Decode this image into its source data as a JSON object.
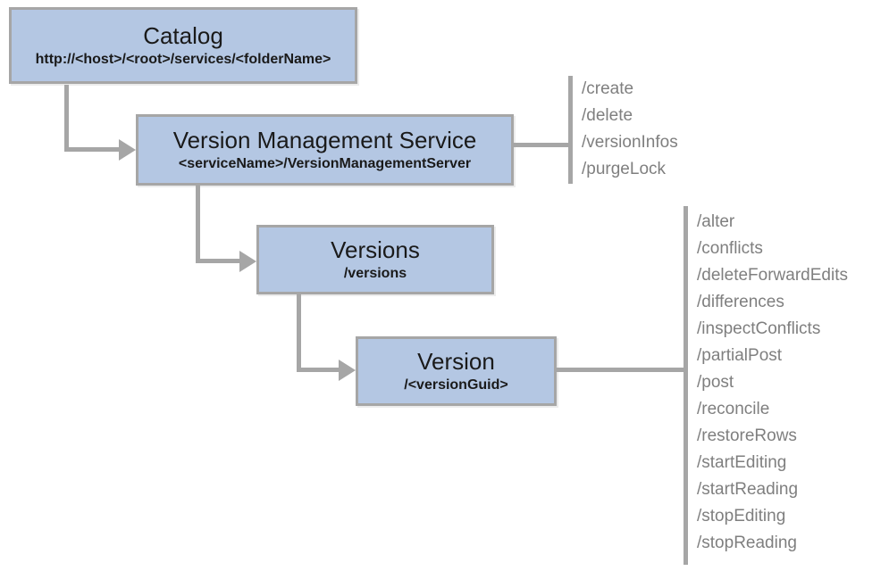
{
  "diagram": {
    "nodes": [
      {
        "title": "Catalog",
        "subtitle": "http://<host>/<root>/services/<folderName>"
      },
      {
        "title": "Version Management Service",
        "subtitle": "<serviceName>/VersionManagementServer"
      },
      {
        "title": "Versions",
        "subtitle": "/versions"
      },
      {
        "title": "Version",
        "subtitle": "/<versionGuid>"
      }
    ],
    "service_endpoints": [
      "/create",
      "/delete",
      "/versionInfos",
      "/purgeLock"
    ],
    "version_endpoints": [
      "/alter",
      "/conflicts",
      "/deleteForwardEdits",
      "/differences",
      "/inspectConflicts",
      "/partialPost",
      "/post",
      "/reconcile",
      "/restoreRows",
      "/startEditing",
      "/startReading",
      "/stopEditing",
      "/stopReading"
    ],
    "colors": {
      "node_fill": "#b4c7e3",
      "node_border": "#a6a6a6",
      "connector": "#a6a6a6",
      "endpoint_text": "#7f7f7f",
      "title_text": "#1a1a1a"
    }
  }
}
